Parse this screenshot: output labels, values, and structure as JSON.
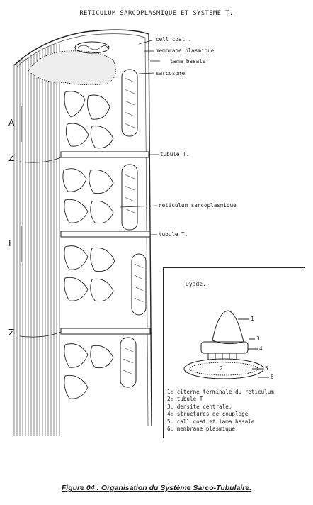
{
  "title": "RETICULUM SARCOPLASMIQUE ET SYSTEME T.",
  "labels": {
    "cell_coat": "cell coat .",
    "membrane_plasmique": "membrane plasmique",
    "lama_basale": "lama basale",
    "sarcosome": "sarcosome",
    "tubule_t_1": "tubule T.",
    "reticulum": "reticulum sarcoplasmique",
    "tubule_t_2": "tubule T."
  },
  "bands": {
    "a": "A",
    "z1": "Z",
    "i": "I",
    "z2": "Z"
  },
  "inset": {
    "title": "Dyade.",
    "numbers": [
      "1",
      "3",
      "4",
      "2",
      "5",
      "6"
    ],
    "legend": [
      "1: citerne terminale du reticulum",
      "2: tubule T",
      "3: densité centrale.",
      "4: structures de couplage",
      "5: call coat et lama basale",
      "6: membrane plasmique."
    ]
  },
  "caption": "Figure 04 : Organisation du Système Sarco-Tubulaire."
}
